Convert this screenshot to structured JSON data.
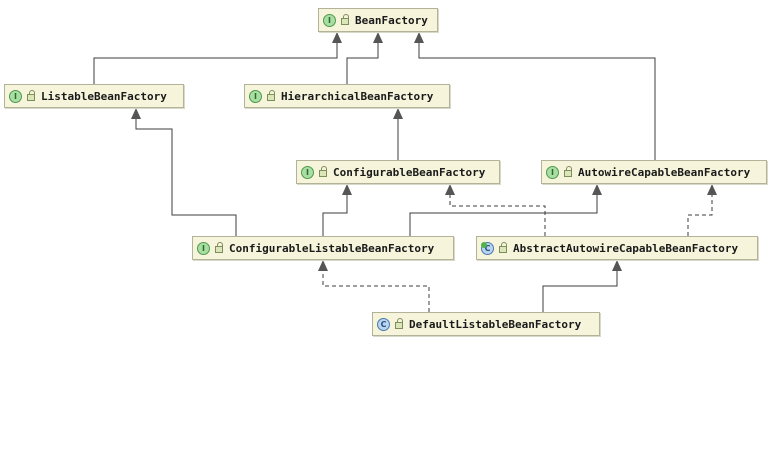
{
  "nodes": [
    {
      "id": "BeanFactory",
      "kind": "interface",
      "badge": "I",
      "label": "BeanFactory"
    },
    {
      "id": "ListableBeanFactory",
      "kind": "interface",
      "badge": "I",
      "label": "ListableBeanFactory"
    },
    {
      "id": "HierarchicalBeanFactory",
      "kind": "interface",
      "badge": "I",
      "label": "HierarchicalBeanFactory"
    },
    {
      "id": "ConfigurableBeanFactory",
      "kind": "interface",
      "badge": "I",
      "label": "ConfigurableBeanFactory"
    },
    {
      "id": "AutowireCapableBeanFactory",
      "kind": "interface",
      "badge": "I",
      "label": "AutowireCapableBeanFactory"
    },
    {
      "id": "ConfigurableListableBeanFactory",
      "kind": "interface",
      "badge": "I",
      "label": "ConfigurableListableBeanFactory"
    },
    {
      "id": "AbstractAutowireCapableBeanFactory",
      "kind": "abstract-class",
      "badge": "C",
      "label": "AbstractAutowireCapableBeanFactory"
    },
    {
      "id": "DefaultListableBeanFactory",
      "kind": "class",
      "badge": "C",
      "label": "DefaultListableBeanFactory"
    }
  ],
  "edges": [
    {
      "from": "ListableBeanFactory",
      "to": "BeanFactory",
      "style": "solid"
    },
    {
      "from": "HierarchicalBeanFactory",
      "to": "BeanFactory",
      "style": "solid"
    },
    {
      "from": "AutowireCapableBeanFactory",
      "to": "BeanFactory",
      "style": "solid"
    },
    {
      "from": "ConfigurableBeanFactory",
      "to": "HierarchicalBeanFactory",
      "style": "solid"
    },
    {
      "from": "ConfigurableListableBeanFactory",
      "to": "ListableBeanFactory",
      "style": "solid"
    },
    {
      "from": "ConfigurableListableBeanFactory",
      "to": "ConfigurableBeanFactory",
      "style": "solid"
    },
    {
      "from": "ConfigurableListableBeanFactory",
      "to": "AutowireCapableBeanFactory",
      "style": "solid"
    },
    {
      "from": "AbstractAutowireCapableBeanFactory",
      "to": "ConfigurableBeanFactory",
      "style": "dashed"
    },
    {
      "from": "AbstractAutowireCapableBeanFactory",
      "to": "AutowireCapableBeanFactory",
      "style": "dashed"
    },
    {
      "from": "DefaultListableBeanFactory",
      "to": "ConfigurableListableBeanFactory",
      "style": "dashed"
    },
    {
      "from": "DefaultListableBeanFactory",
      "to": "AbstractAutowireCapableBeanFactory",
      "style": "solid"
    }
  ],
  "colors": {
    "node_fill": "#f6f5dc",
    "node_border": "#b3b39a",
    "interface_badge": "#a8dea3",
    "class_badge": "#b9d4ef",
    "edge": "#3c3c3c",
    "arrowhead": "#555555"
  },
  "icons": {
    "interface": "interface-badge-icon",
    "class": "class-badge-icon",
    "abstract-class": "abstract-class-badge-icon",
    "visibility": "lock-icon"
  }
}
